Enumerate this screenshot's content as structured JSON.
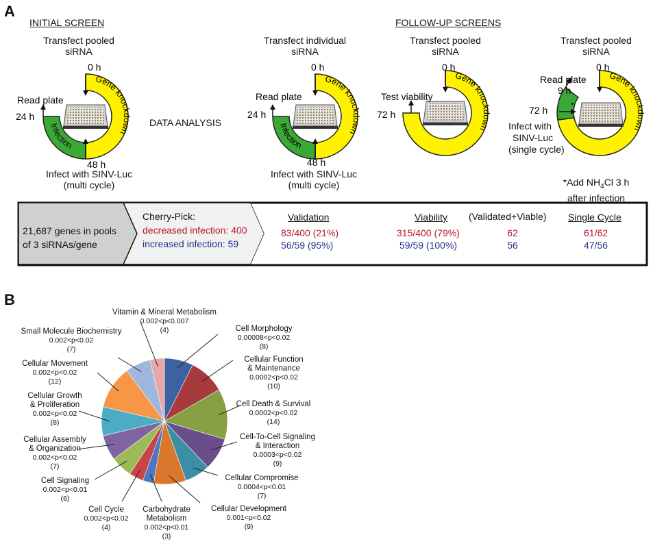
{
  "panelA": {
    "letter": "A",
    "initial": {
      "header": "INITIAL SCREEN",
      "transfect": [
        "Transfect pooled",
        "siRNA"
      ],
      "t0": "0 h",
      "read": "Read plate",
      "t24": "24 h",
      "t48": "48 h",
      "infect": [
        "Infect with SINV-Luc",
        "(multi cycle)"
      ],
      "gene_arc": "Gene knockdown",
      "infection_arc": "Infection"
    },
    "data_analysis": "DATA ANALYSIS",
    "followup": {
      "header": "FOLLOW-UP SCREENS",
      "s1": {
        "transfect": [
          "Transfect individual",
          "siRNA"
        ],
        "t0": "0 h",
        "read": "Read plate",
        "t24": "24 h",
        "t48": "48 h",
        "infect": [
          "Infect with SINV-Luc",
          "(multi cycle)"
        ],
        "gene_arc": "Gene knockdown",
        "infection_arc": "Infection"
      },
      "s2": {
        "transfect": [
          "Transfect pooled",
          "siRNA"
        ],
        "t0": "0 h",
        "test": "Test viability",
        "t72": "72 h",
        "gene_arc": "Gene knockdown"
      },
      "s3": {
        "transfect": [
          "Transfect pooled",
          "siRNA"
        ],
        "t0": "0 h",
        "read": "Read plate",
        "t9": "9 h",
        "t72": "72 h",
        "star": "*",
        "infect": [
          "Infect with",
          "SINV-Luc",
          "(single cycle)"
        ],
        "gene_arc": "Gene knockdown",
        "note_pre": "*Add NH",
        "note_sub": "4",
        "note_post": "Cl 3 h",
        "note_line2": "after infection"
      }
    },
    "summary": {
      "genes": [
        "21,687 genes in pools",
        "of 3 siRNAs/gene"
      ],
      "cherry_title": "Cherry-Pick:",
      "cherry_dec": "decreased infection: 400",
      "cherry_inc": "increased infection: 59",
      "validation": {
        "header": "Validation",
        "dec": "83/400 (21%)",
        "inc": "56/59 (95%)"
      },
      "viability": {
        "header": "Viability",
        "dec": "315/400 (79%)",
        "inc": "59/59 (100%)"
      },
      "validated_viable": {
        "header": "(Validated+Viable)",
        "dec": "62",
        "inc": "56"
      },
      "single_cycle": {
        "header": "Single Cycle",
        "dec": "61/62",
        "inc": "47/56"
      }
    }
  },
  "panelB": {
    "letter": "B"
  },
  "chart_data": {
    "type": "pie",
    "start_angle_deg": 0,
    "direction": "clockwise",
    "slices": [
      {
        "name": "Cell Morphology",
        "p": "0.00008<p<0.02",
        "count": 8,
        "color": "#3d62a3"
      },
      {
        "name": "Cellular Function & Maintenance",
        "p": "0.0002<p<0.02",
        "count": 10,
        "color": "#a63a3c"
      },
      {
        "name": "Cell Death & Survival",
        "p": "0.0002<p<0.02",
        "count": 14,
        "color": "#86a043"
      },
      {
        "name": "Cell-To-Cell Signaling & Interaction",
        "p": "0.0003<p<0.02",
        "count": 9,
        "color": "#6a4e8a"
      },
      {
        "name": "Cellular Compromise",
        "p": "0.0004<p<0.01",
        "count": 7,
        "color": "#3a8fa6"
      },
      {
        "name": "Cellular Development",
        "p": "0.001<p<0.02",
        "count": 9,
        "color": "#d9772d"
      },
      {
        "name": "Carbohydrate Metabolism",
        "p": "0.002<p<0.01",
        "count": 3,
        "color": "#4b78c0"
      },
      {
        "name": "Cell Cycle",
        "p": "0.002<p<0.02",
        "count": 4,
        "color": "#c74447"
      },
      {
        "name": "Cell Signaling",
        "p": "0.002<p<0.01",
        "count": 6,
        "color": "#9bbb59"
      },
      {
        "name": "Cellular Assembly & Organization",
        "p": "0.002<p<0.02",
        "count": 7,
        "color": "#8064a2"
      },
      {
        "name": "Cellular Growth & Proliferation",
        "p": "0.002<p<0.02",
        "count": 8,
        "color": "#4bacc6"
      },
      {
        "name": "Cellular Movement",
        "p": "0.002<p<0.02",
        "count": 12,
        "color": "#f79646"
      },
      {
        "name": "Small Molecule Biochemistry",
        "p": "0.002<p<0.02",
        "count": 7,
        "color": "#9fb6dd"
      },
      {
        "name": "Vitamin & Mineral Metabolism",
        "p": "0.002<p<0.007",
        "count": 4,
        "color": "#e6a7a6"
      }
    ],
    "label_lines": [
      [
        "Cell Morphology"
      ],
      [
        "Cellular Function",
        "& Maintenance"
      ],
      [
        "Cell Death & Survival"
      ],
      [
        "Cell-To-Cell Signaling",
        "& Interaction"
      ],
      [
        "Cellular Compromise"
      ],
      [
        "Cellular Development"
      ],
      [
        "Carbohydrate",
        "Metabolism"
      ],
      [
        "Cell Cycle"
      ],
      [
        "Cell Signaling"
      ],
      [
        "Cellular Assembly",
        "& Organization"
      ],
      [
        "Cellular Growth",
        "& Proliferation"
      ],
      [
        "Cellular Movement"
      ],
      [
        "Small Molecule Biochemistry"
      ],
      [
        "Vitamin & Mineral Metabolism"
      ]
    ]
  }
}
